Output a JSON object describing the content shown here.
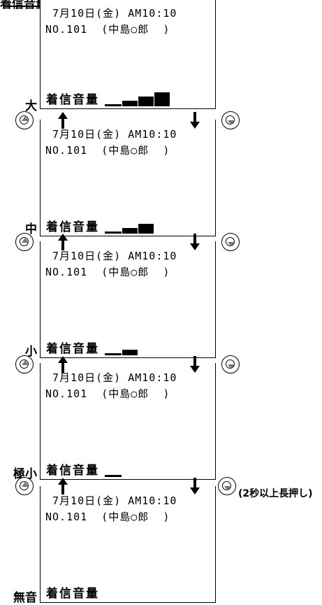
{
  "diagram_title": "着信音量",
  "screens": [
    {
      "date_line": " 7月10日(金) AM10:10",
      "number_line": "NO.101  (中島○郎  )",
      "volume_label": "着信音量",
      "bars": 4,
      "level": "大"
    },
    {
      "date_line": " 7月10日(金) AM10:10",
      "number_line": "NO.101  (中島○郎  )",
      "volume_label": "着信音量",
      "bars": 3,
      "level": "中"
    },
    {
      "date_line": " 7月10日(金) AM10:10",
      "number_line": "NO.101  (中島○郎  )",
      "volume_label": "着信音量",
      "bars": 2,
      "level": "小"
    },
    {
      "date_line": " 7月10日(金) AM10:10",
      "number_line": "NO.101  (中島○郎  )",
      "volume_label": "着信音量",
      "bars": 1,
      "level": "極小"
    },
    {
      "date_line": " 7月10日(金) AM10:10",
      "number_line": "NO.101  (中島○郎  )",
      "volume_label": "着信音量",
      "bars": 0,
      "level": "無音"
    }
  ],
  "long_press_note": "(2秒以上長押し)",
  "icons": {
    "up_key": "navigation-key-up-icon",
    "down_key": "navigation-key-down-icon",
    "up_arrow": "arrow-up-icon",
    "down_arrow": "arrow-down-icon"
  }
}
